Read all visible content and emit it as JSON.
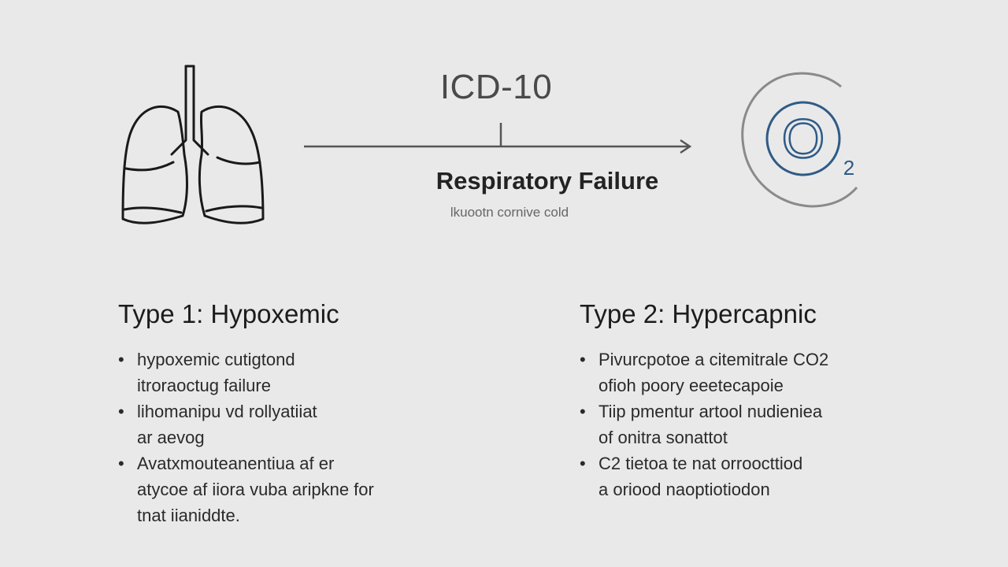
{
  "header": {
    "code_label": "ICD-10",
    "title": "Respiratory Failure",
    "subtitle": "lkuootn cornive cold",
    "lungs_icon": "lungs-icon",
    "oxygen_icon": "o2-icon",
    "oxygen_symbol": "O",
    "oxygen_subscript": "2",
    "accent_color": "#2f5b86"
  },
  "type1": {
    "heading": "Type 1: Hypoxemic",
    "items": [
      {
        "line1": "hypoxemic cutigtond",
        "line2": "itroraoctug failure"
      },
      {
        "line1": "lihomanipu vd rollyatiiat",
        "line2": "ar aevog"
      },
      {
        "line1": "Avatxmouteanentiua af er",
        "line2": "atycoe af iiora vuba aripkne for",
        "line3": "tnat iianiddte."
      }
    ]
  },
  "type2": {
    "heading": "Type 2: Hypercapnic",
    "items": [
      {
        "line1": "Pivurcpotoe a citemitrale CO2",
        "line2": "ofioh poory eeetecapoie"
      },
      {
        "line1": "Tiip pmentur artool nudieniea",
        "line2": "of onitra sonattot"
      },
      {
        "line1": "C2 tietoa te nat orroocttiod",
        "line2": "a oriood naoptiotiodon"
      }
    ]
  }
}
